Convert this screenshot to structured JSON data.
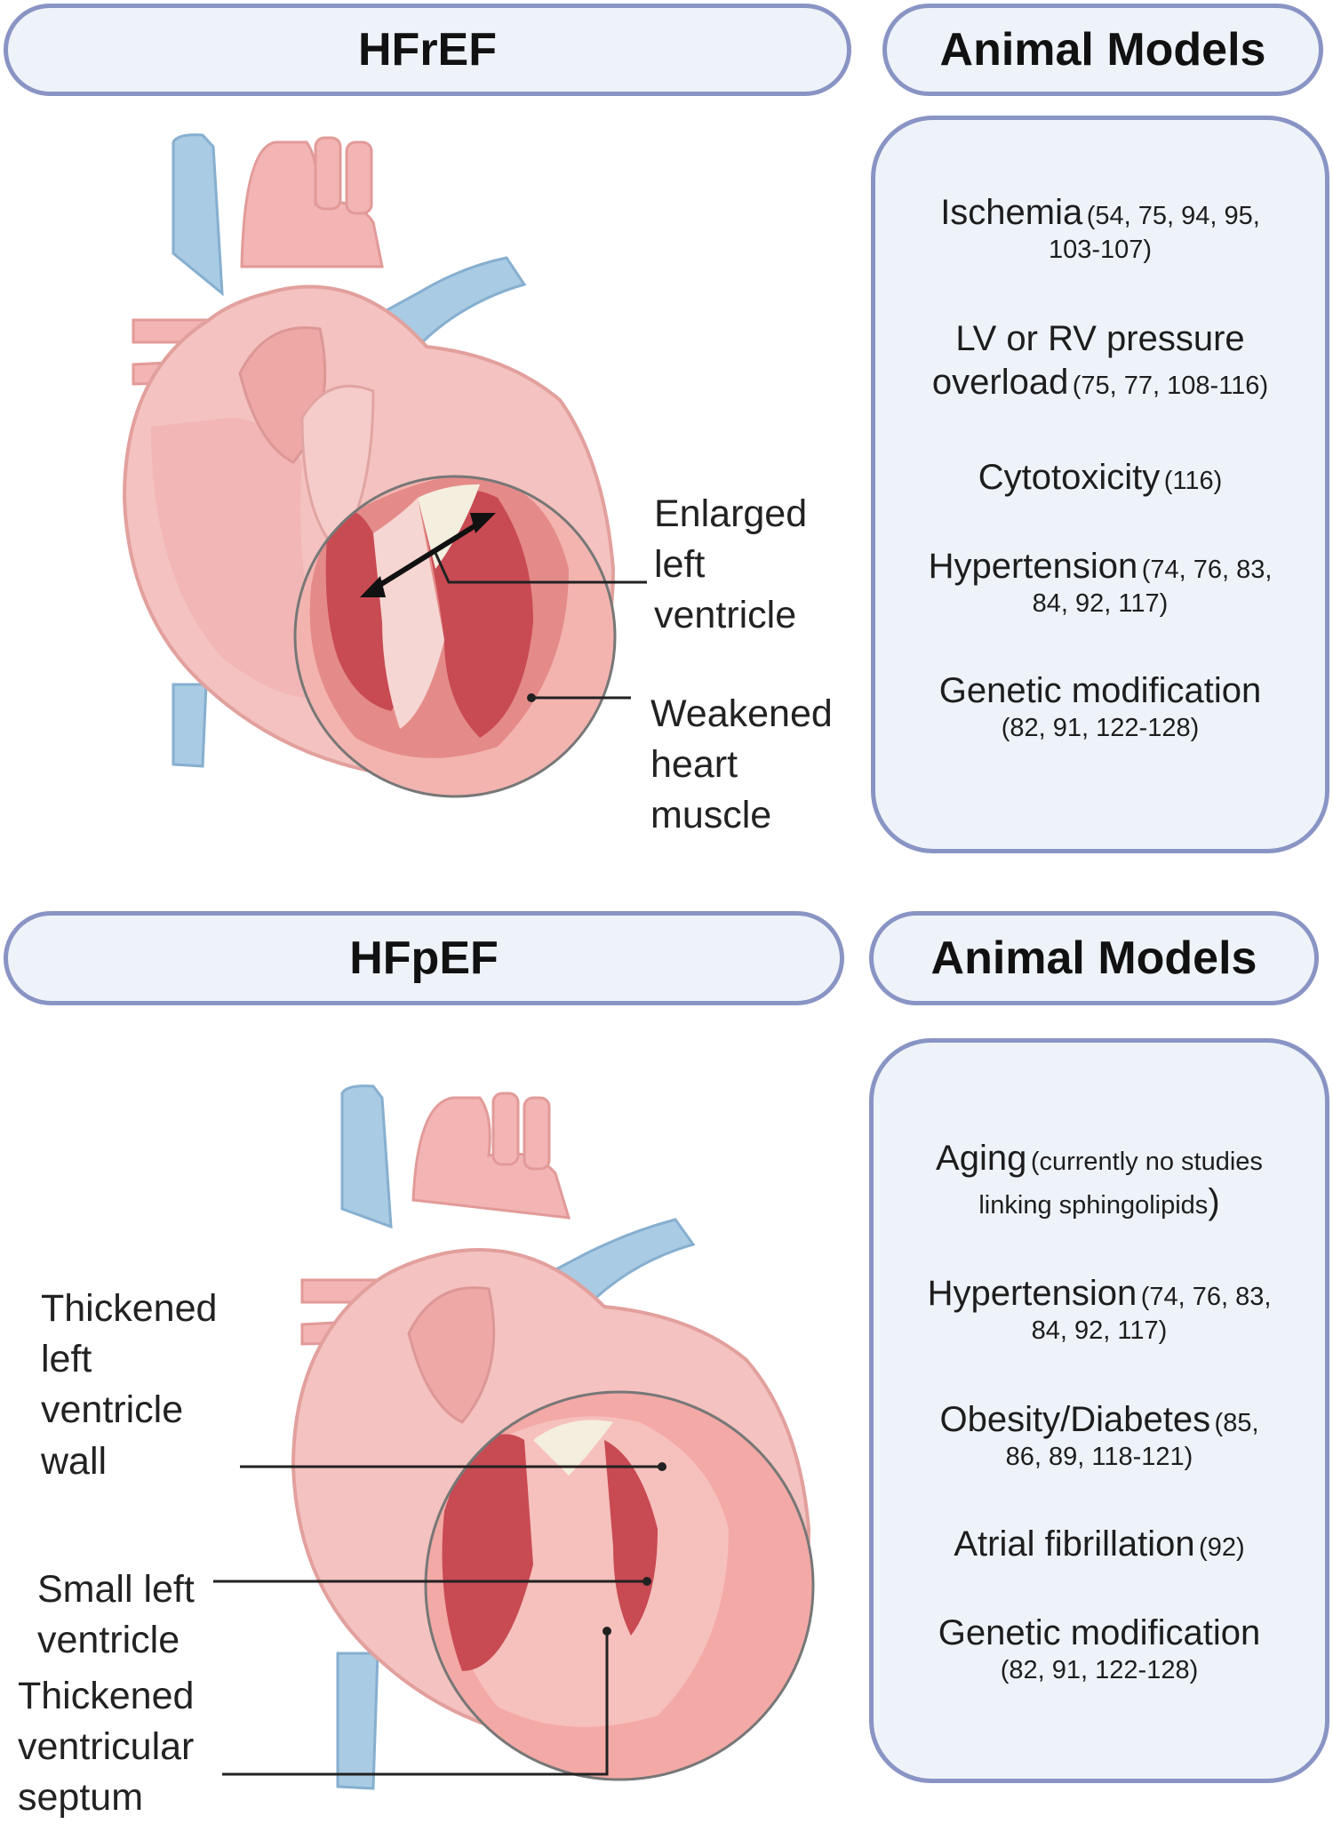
{
  "top": {
    "title": "HFrEF",
    "models_title": "Animal Models",
    "labels": {
      "enlarged": "Enlarged\nleft\nventricle",
      "weakened": "Weakened\nheart\nmuscle"
    },
    "models": [
      {
        "main": "Ischemia",
        "refs1": "(54, 75, 94, 95,",
        "refs2": "103-107)"
      },
      {
        "main": "LV or RV pressure",
        "main2": "overload",
        "refs": "(75, 77, 108-116)"
      },
      {
        "main": "Cytotoxicity",
        "refs": "(116)"
      },
      {
        "main": "Hypertension",
        "refs1": "(74, 76, 83,",
        "refs2": "84, 92, 117)"
      },
      {
        "main": "Genetic modification",
        "refs": "(82, 91, 122-128)"
      }
    ]
  },
  "bottom": {
    "title": "HFpEF",
    "models_title": "Animal Models",
    "labels": {
      "thick_wall": "Thickened\nleft\nventricle\nwall",
      "small_lv": "Small left\nventricle",
      "thick_septum": "Thickened\nventricular\nseptum"
    },
    "models": [
      {
        "main": "Aging",
        "refs1": "(currently no studies",
        "refs2": "linking sphingolipids",
        "close": ")"
      },
      {
        "main": "Hypertension",
        "refs1": "(74, 76, 83,",
        "refs2": "84, 92, 117)"
      },
      {
        "main": "Obesity/Diabetes",
        "refs1": "(85,",
        "refs2": "86, 89, 118-121)"
      },
      {
        "main": "Atrial fibrillation",
        "refs": "(92)"
      },
      {
        "main": "Genetic modification",
        "refs": "(82, 91, 122-128)"
      }
    ]
  },
  "colors": {
    "pill_border": "#8a94c4",
    "pill_fill": "#eef3fa",
    "vein": "#a9cbe3",
    "artery": "#f2b5b4",
    "muscle": "#c84a53"
  }
}
